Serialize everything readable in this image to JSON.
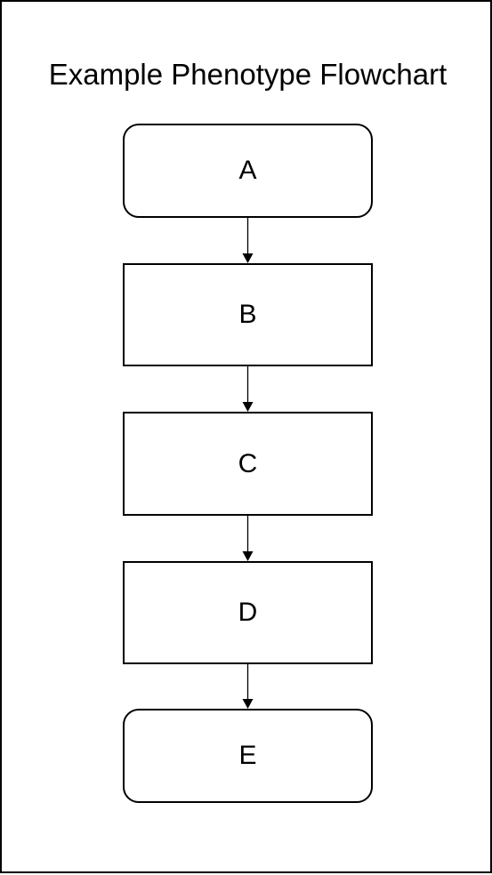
{
  "title": "Example Phenotype Flowchart",
  "nodes": [
    {
      "id": "A",
      "label": "A",
      "shape": "rounded-rectangle"
    },
    {
      "id": "B",
      "label": "B",
      "shape": "rectangle"
    },
    {
      "id": "C",
      "label": "C",
      "shape": "rectangle"
    },
    {
      "id": "D",
      "label": "D",
      "shape": "rectangle"
    },
    {
      "id": "E",
      "label": "E",
      "shape": "rounded-rectangle"
    }
  ],
  "edges": [
    {
      "from": "A",
      "to": "B"
    },
    {
      "from": "B",
      "to": "C"
    },
    {
      "from": "C",
      "to": "D"
    },
    {
      "from": "D",
      "to": "E"
    }
  ],
  "colors": {
    "stroke": "#000000",
    "fill": "#ffffff",
    "text": "#000000"
  }
}
